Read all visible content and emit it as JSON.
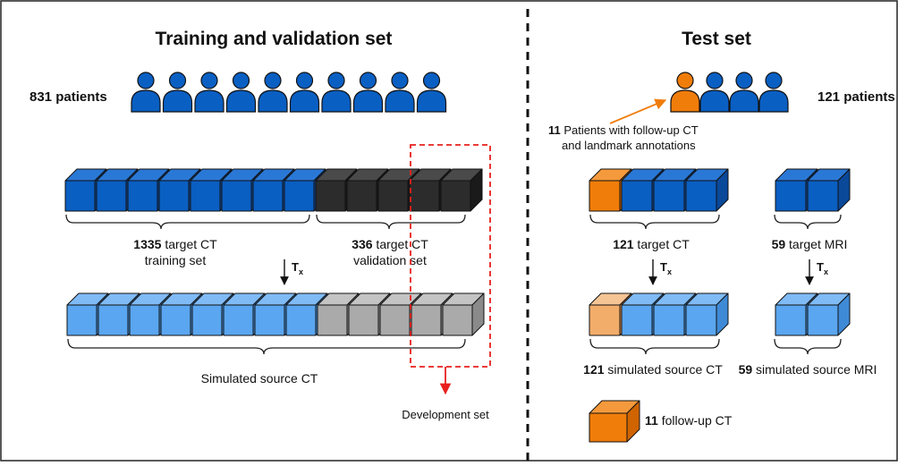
{
  "left": {
    "title": "Training and validation set",
    "patients_count": "831 patients",
    "training_num": "1335",
    "training_rest": " target CT",
    "training_line2": "training set",
    "validation_num": "336",
    "validation_rest": " target CT",
    "validation_line2": "validation set",
    "transform_label": "T",
    "transform_sub": "x",
    "simulated_label": "Simulated source CT",
    "development_label": "Development set"
  },
  "right": {
    "title": "Test set",
    "patients_count": "121 patients",
    "annotation_num": "11",
    "annotation_rest": " Patients with follow-up CT",
    "annotation_line2": "and landmark annotations",
    "ct_num": "121",
    "ct_rest": " target CT",
    "mri_num": "59",
    "mri_rest": " target MRI",
    "transform_label": "T",
    "transform_sub": "x",
    "sim_ct_num": "121",
    "sim_ct_rest": " simulated source CT",
    "sim_mri_num": "59",
    "sim_mri_rest": " simulated source MRI",
    "legend_num": "11",
    "legend_rest": " follow-up CT"
  },
  "icons": {
    "patient": "person-icon",
    "volume": "cube-icon"
  },
  "colors": {
    "dark_blue": "#0a5fc2",
    "dark_blue_top": "#2a78d6",
    "dark_blue_side": "#0a4899",
    "light_blue": "#5aa6f0",
    "light_blue_top": "#80bbf5",
    "light_blue_side": "#3f8ad6",
    "black": "#2c2c2c",
    "black_top": "#4a4a4a",
    "black_side": "#1a1a1a",
    "gray": "#aaaaaa",
    "gray_top": "#c4c4c4",
    "gray_side": "#8a8a8a",
    "orange": "#f07d0a",
    "orange_top": "#f59a3c",
    "orange_side": "#cf6400",
    "light_orange": "#f2ad6a",
    "light_orange_top": "#f6c596",
    "light_orange_side": "#d98b45",
    "red": "#e8201c",
    "divider": "#111111"
  }
}
